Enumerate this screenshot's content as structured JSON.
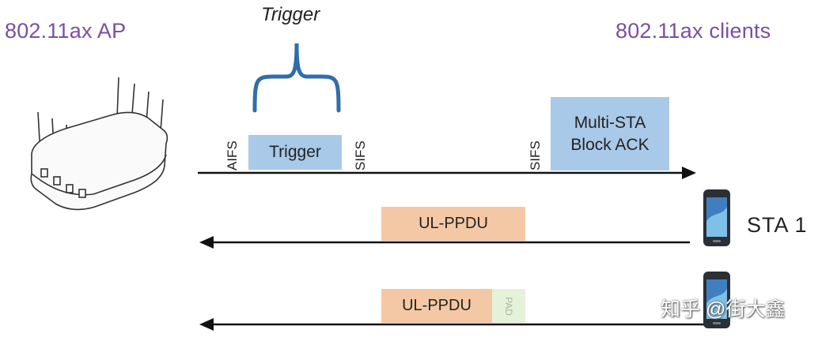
{
  "labels": {
    "ap_title": "802.11ax AP",
    "clients_title": "802.11ax clients",
    "trigger_caption": "Trigger",
    "aifs": "AIFS",
    "sifs_1": "SIFS",
    "sifs_2": "SIFS",
    "sta1": "STA 1",
    "watermark": "知乎 @街大鑫"
  },
  "frames": {
    "trigger": "Trigger",
    "multi_sta_line1": "Multi-STA",
    "multi_sta_line2": "Block ACK",
    "ulppdu_1": "UL-PPDU",
    "ulppdu_2": "UL-PPDU",
    "pad": "PAD"
  },
  "colors": {
    "title_purple": "#7b4fa0",
    "frame_blue": "#a9c9e8",
    "frame_orange": "#f4c8a4",
    "pad_green": "#e5f2da",
    "brace_blue": "#2f6ea8"
  },
  "icons": [
    "router-icon",
    "smartphone-icon",
    "smartphone-icon"
  ]
}
